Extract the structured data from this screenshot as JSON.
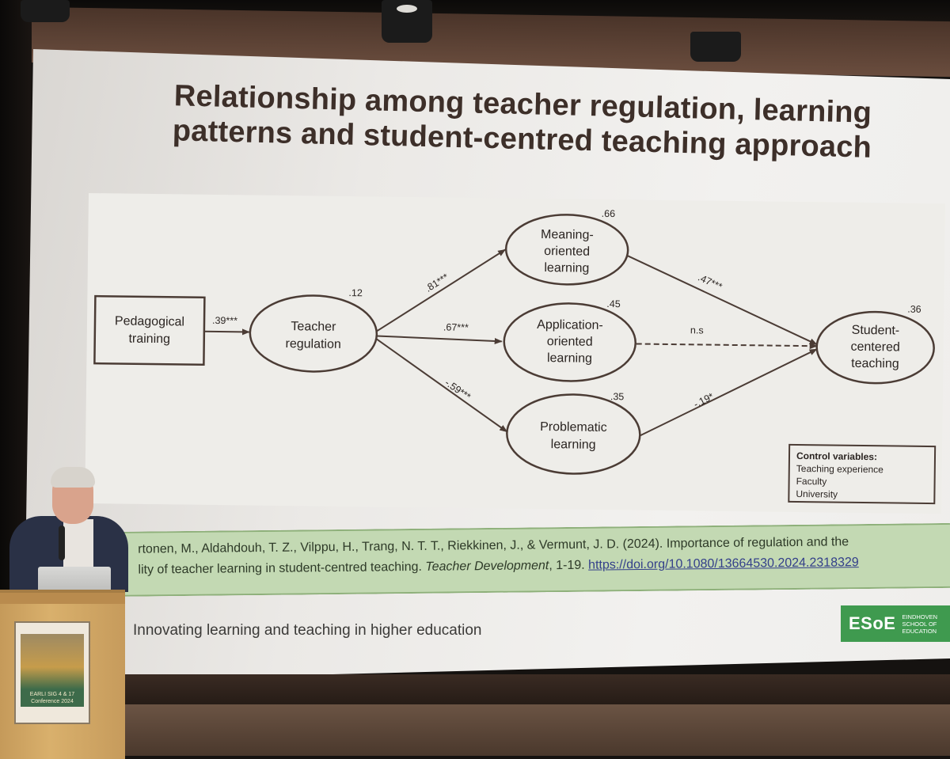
{
  "slide": {
    "title_line1": "Relationship among teacher regulation, learning",
    "title_line2": "patterns and student-centred teaching approach",
    "footer_text": "Innovating learning and teaching in higher education"
  },
  "diagram": {
    "nodes": {
      "pedagogical_training": [
        "Pedagogical",
        "training"
      ],
      "teacher_regulation": [
        "Teacher",
        "regulation"
      ],
      "meaning_oriented": [
        "Meaning-",
        "oriented",
        "learning"
      ],
      "application_oriented": [
        "Application-",
        "oriented",
        "learning"
      ],
      "problematic": [
        "Problematic",
        "learning"
      ],
      "student_centered": [
        "Student-",
        "centered",
        "teaching"
      ]
    },
    "r_squared": {
      "teacher_regulation": ".12",
      "meaning_oriented": ".66",
      "application_oriented": ".45",
      "problematic": ".35",
      "student_centered": ".36"
    },
    "paths": {
      "training_to_regulation": ".39***",
      "regulation_to_meaning": ".81***",
      "regulation_to_application": ".67***",
      "regulation_to_problematic": "-.59***",
      "meaning_to_student": ".47***",
      "application_to_student": "n.s",
      "problematic_to_student": "-.19*"
    },
    "control_box": {
      "title": "Control variables:",
      "items": [
        "Teaching experience",
        "Faculty",
        "University"
      ]
    }
  },
  "citation": {
    "line1": "rtonen, M., Aldahdouh, T.  Z., Vilppu, H., Trang, N. T. T., Riekkinen, J., & Vermunt, J. D. (2024). Importance of regulation and the",
    "line2_prefix": "lity of teacher learning in student-centred teaching. ",
    "journal": "Teacher Development",
    "line2_suffix": ", 1-19. ",
    "doi": "https://doi.org/10.1080/13664530.2024.2318329"
  },
  "logo": {
    "mark": "ESoE",
    "sub_line1": "Eindhoven",
    "sub_line2": "School of",
    "sub_line3": "Education"
  },
  "poster": {
    "line1": "EARLI SIG 4 & 17",
    "line2": "Conference 2024"
  }
}
